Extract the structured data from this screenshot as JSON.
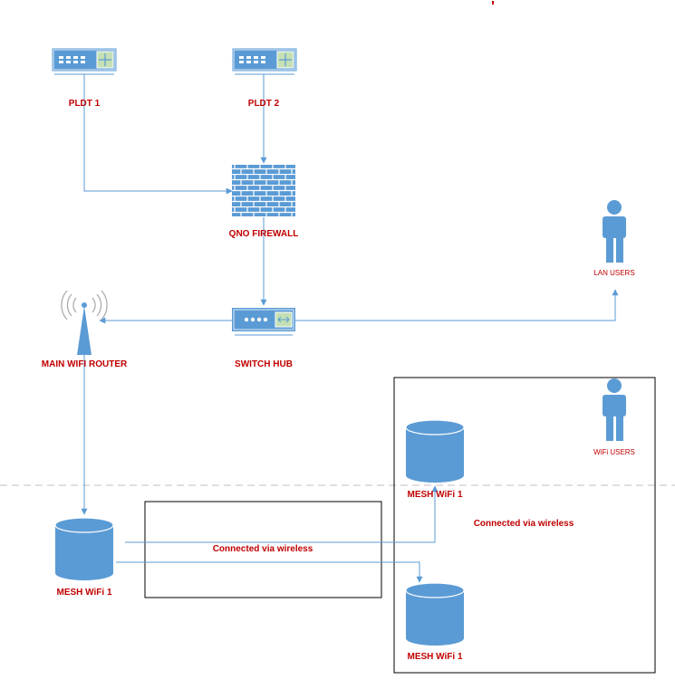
{
  "colors": {
    "device_fill": "#5b9bd5",
    "device_stroke": "#ffffff",
    "label_red": "#c00000",
    "line": "#5b9bd5",
    "box": "#000000",
    "dashed": "#bfbfbf"
  },
  "nodes": {
    "pldt1": {
      "label": "PLDT 1",
      "icon": "modem-icon"
    },
    "pldt2": {
      "label": "PLDT 2",
      "icon": "modem-icon"
    },
    "firewall": {
      "label": "QNO FIREWALL",
      "icon": "firewall-icon"
    },
    "lan_users": {
      "label": "LAN USERS",
      "icon": "user-icon"
    },
    "main_router": {
      "label": "MAIN WIFI ROUTER",
      "icon": "wifi-tower-icon"
    },
    "switch_hub": {
      "label": "SWITCH HUB",
      "icon": "switch-icon"
    },
    "wifi_users": {
      "label": "WiFi USERS",
      "icon": "user-icon"
    },
    "mesh_top": {
      "label": "MESH WiFi 1",
      "icon": "cylinder-icon"
    },
    "mesh_left": {
      "label": "MESH WiFi 1",
      "icon": "cylinder-icon"
    },
    "mesh_bottom": {
      "label": "MESH WiFi 1",
      "icon": "cylinder-icon"
    }
  },
  "notes": {
    "wireless_left": "Connected via wireless",
    "wireless_right": "Connected via wireless"
  }
}
